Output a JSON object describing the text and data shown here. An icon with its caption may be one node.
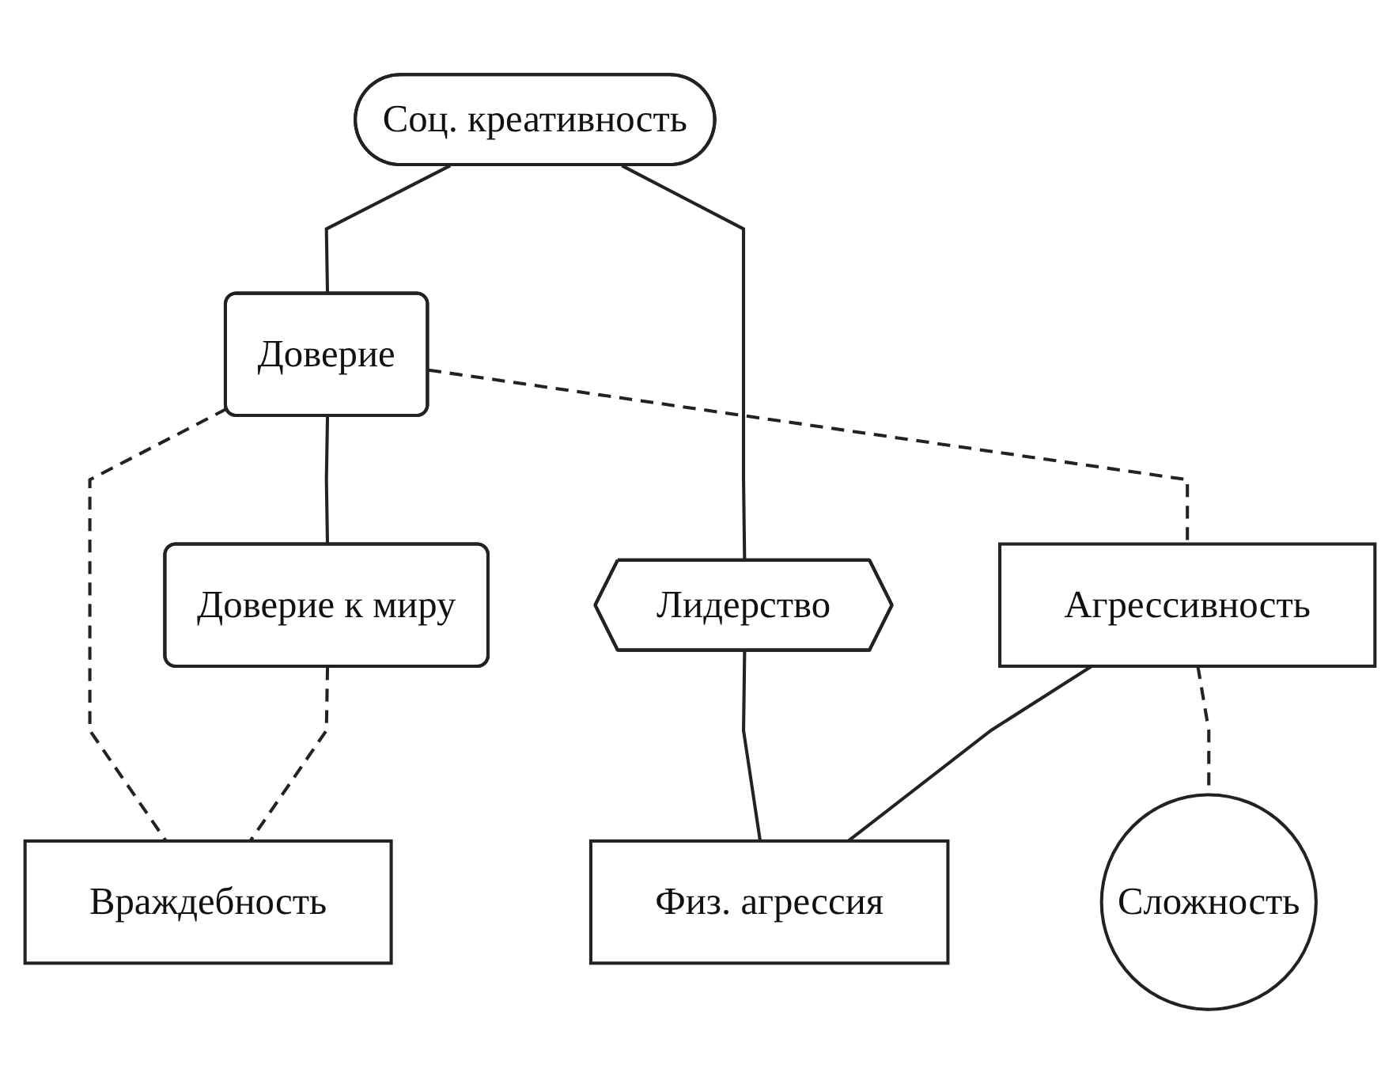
{
  "diagram": {
    "nodes": [
      {
        "text": [
          "Соц. креативность"
        ]
      },
      {
        "text": [
          "Доверие"
        ]
      },
      {
        "text": [
          "Лидерство"
        ]
      },
      {
        "text": [
          "Доверие к миру"
        ]
      },
      {
        "text": [
          "Агрессивность"
        ]
      },
      {
        "text": [
          "Физ. агрессия"
        ]
      },
      {
        "text": [
          "Враждебность"
        ]
      },
      {
        "text": [
          "Сложность"
        ]
      }
    ],
    "edges": [
      {
        "from": 0,
        "to": 1,
        "arrow": "none"
      },
      {
        "from": 0,
        "to": 2,
        "arrow": "none"
      },
      {
        "from": 1,
        "to": 3,
        "arrow": "none"
      },
      {
        "from": 1,
        "to": 6,
        "arrow": "none",
        "style": "dashed"
      },
      {
        "from": 1,
        "to": 4,
        "arrow": "none",
        "style": "dashed"
      },
      {
        "from": 2,
        "to": 5,
        "arrow": "none"
      },
      {
        "from": 4,
        "to": 5,
        "arrow": "none"
      },
      {
        "from": 3,
        "to": 6,
        "arrow": "none",
        "style": "dashed"
      },
      {
        "from": 4,
        "to": 7,
        "arrow": "none",
        "style": "dashed"
      }
    ]
  }
}
